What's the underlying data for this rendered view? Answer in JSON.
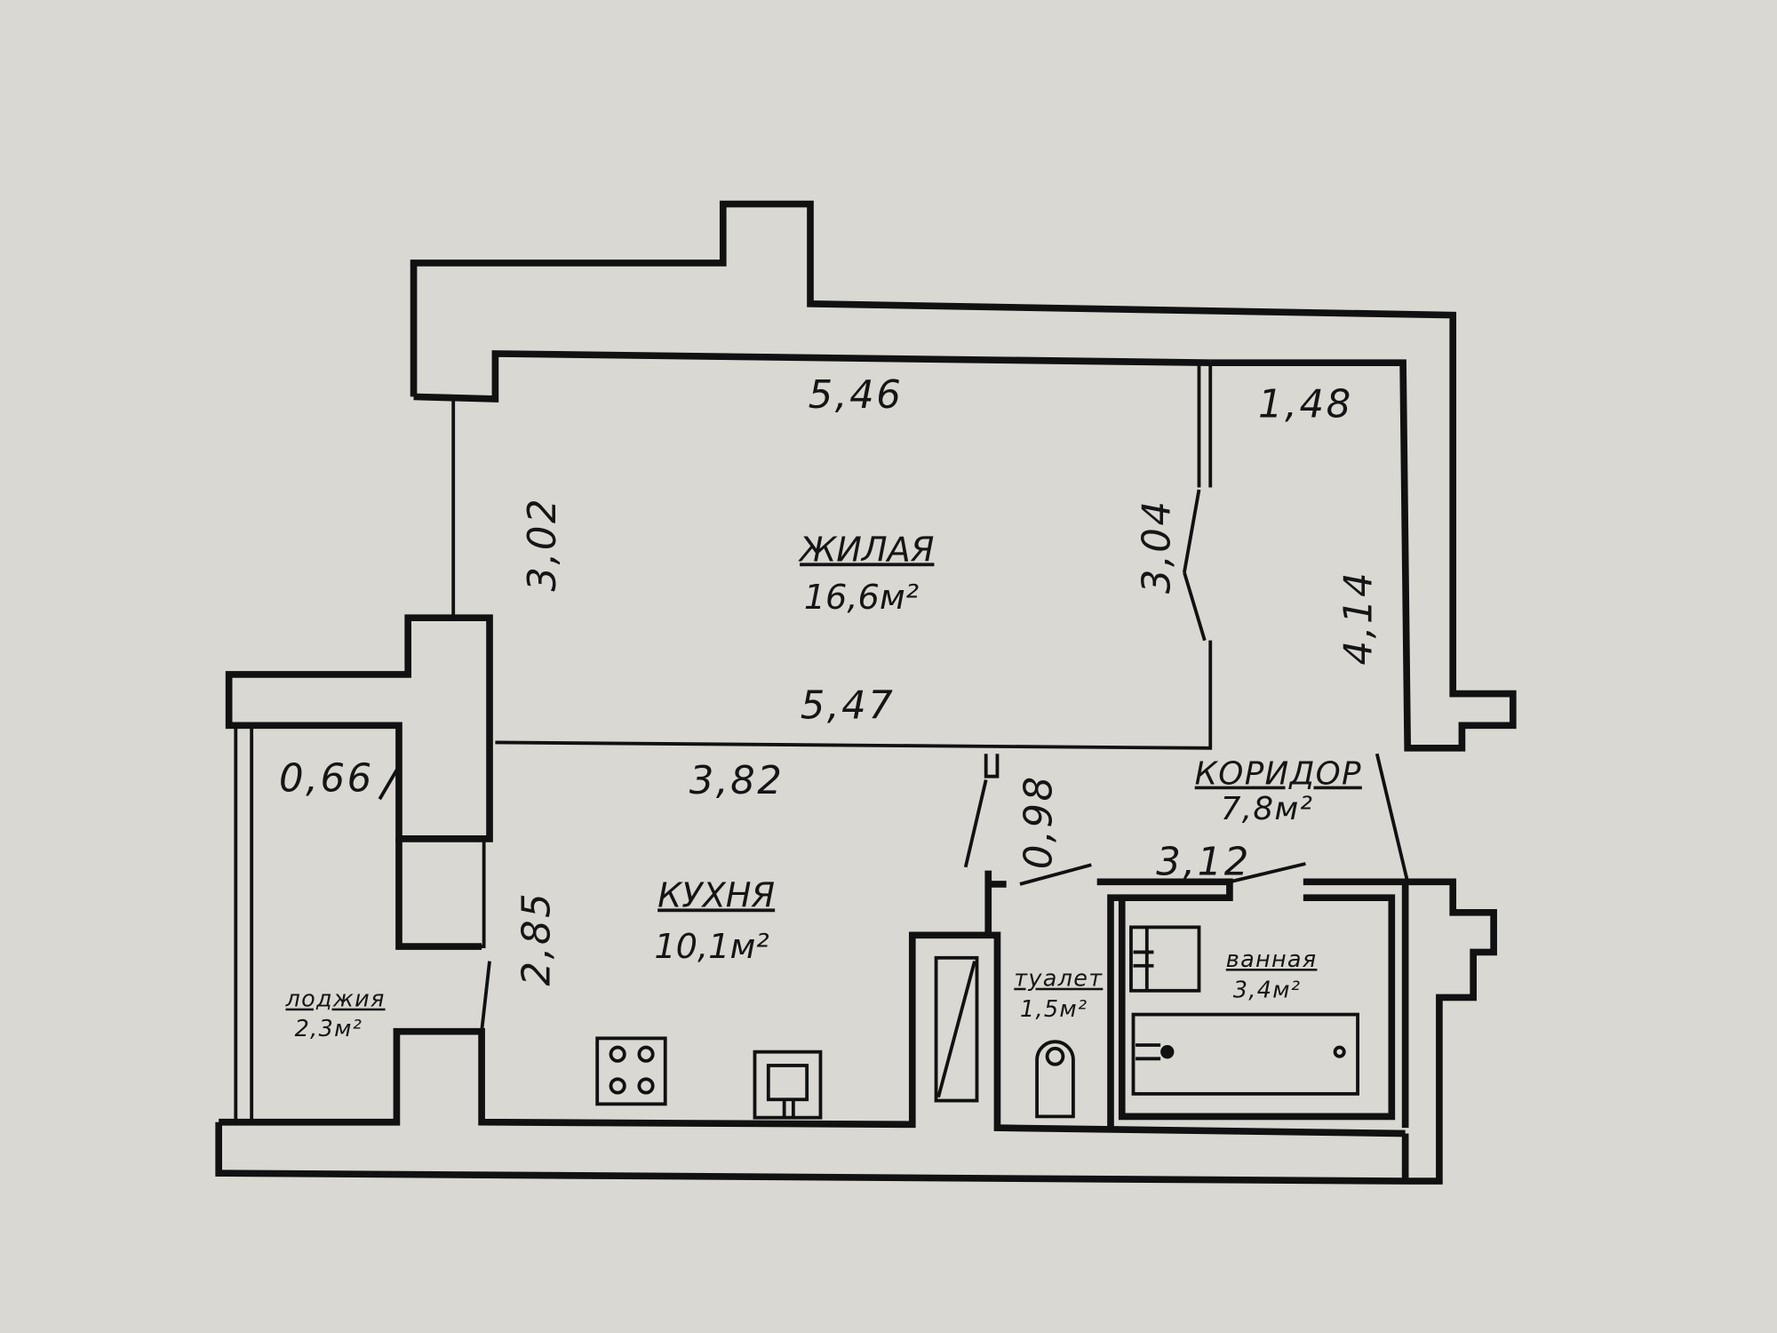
{
  "rooms": {
    "living": {
      "name": "ЖИЛАЯ",
      "area": "16,6м²"
    },
    "kitchen": {
      "name": "КУХНЯ",
      "area": "10,1м²"
    },
    "corridor": {
      "name": "КОРИДОР",
      "area": "7,8м²"
    },
    "bathroom": {
      "name": "ванная",
      "area": "3,4м²"
    },
    "toilet": {
      "name": "туалет",
      "area": "1,5м²"
    },
    "loggia": {
      "name": "лоджия",
      "area": "2,3м²"
    }
  },
  "dimensions": {
    "living_top": "5,46",
    "living_bottom": "5,47",
    "living_left": "3,02",
    "living_right": "3,04",
    "corridor_top": "1,48",
    "corridor_side": "4,14",
    "kitchen_top": "3,82",
    "kitchen_side": "2,85",
    "loggia_width": "0,66",
    "passage": "0,98",
    "bath_width": "3,12"
  }
}
